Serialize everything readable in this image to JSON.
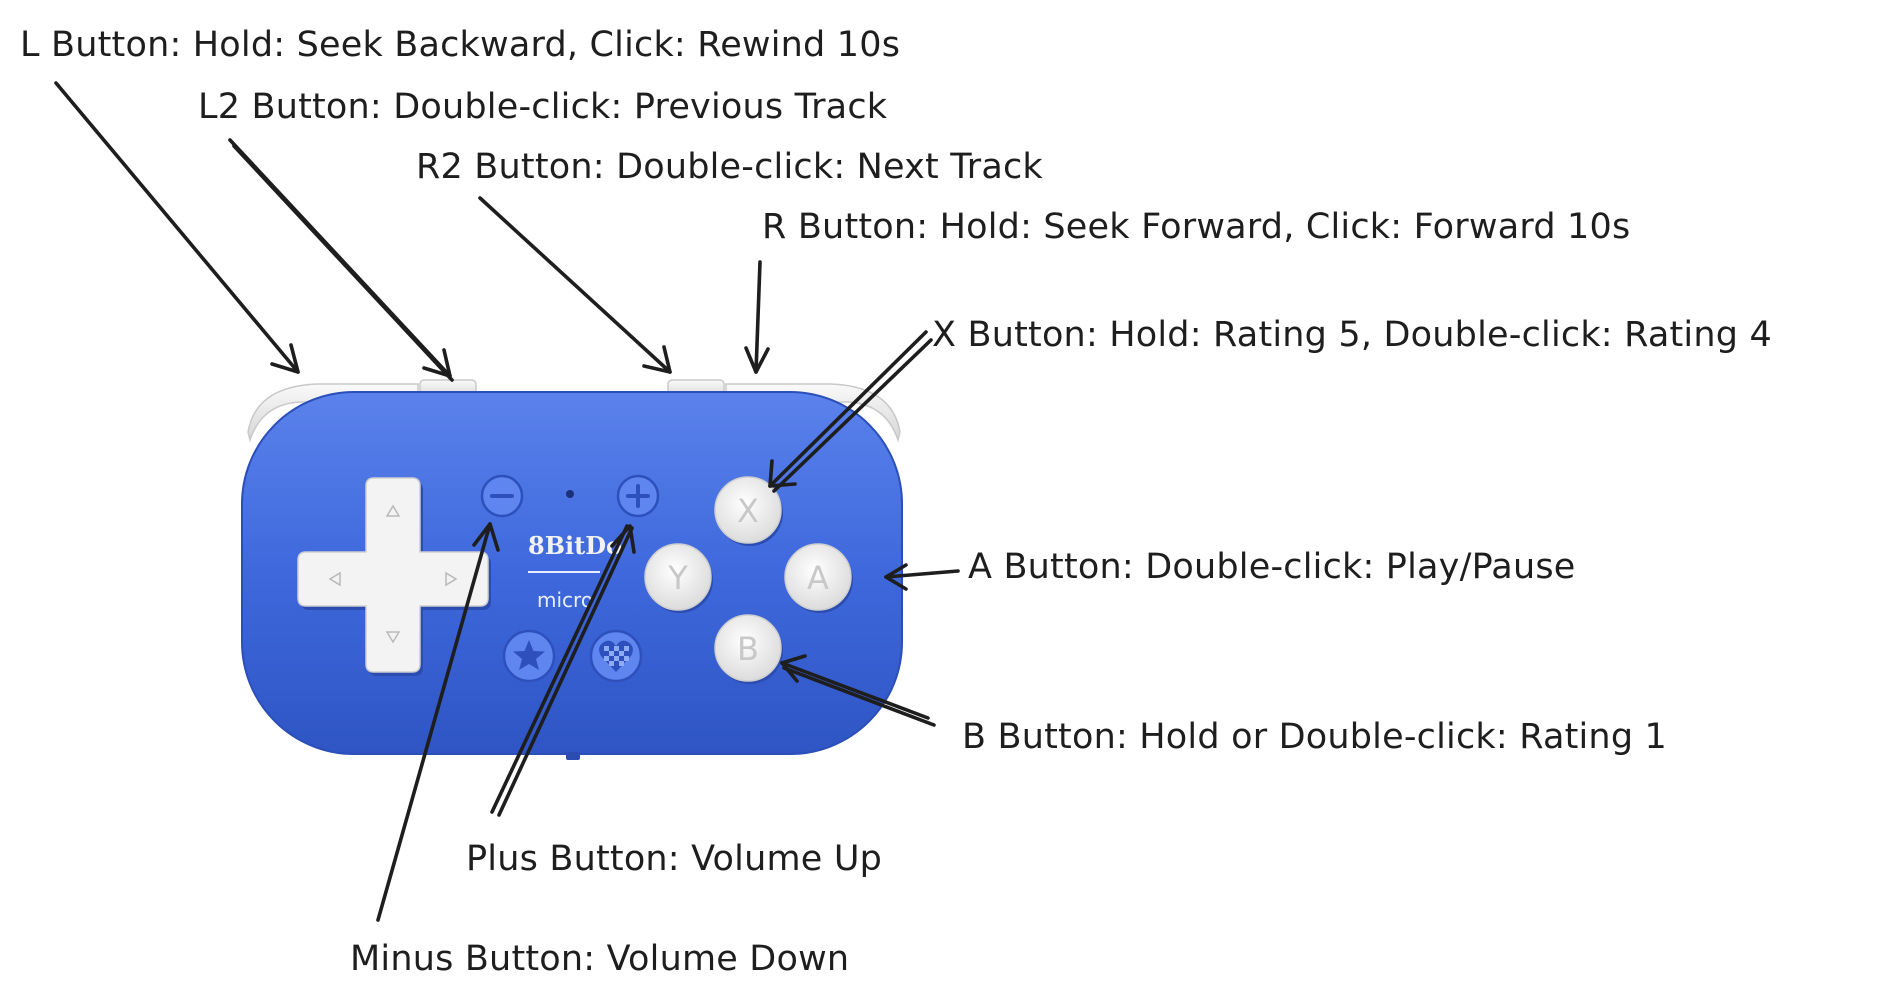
{
  "labels": {
    "l_button": "L Button: Hold: Seek Backward, Click: Rewind 10s",
    "l2_button": "L2 Button: Double-click: Previous Track",
    "r2_button": "R2 Button: Double-click: Next Track",
    "r_button": "R Button: Hold: Seek Forward, Click: Forward 10s",
    "x_button": "X Button: Hold: Rating 5, Double-click: Rating 4",
    "a_button": "A Button: Double-click: Play/Pause",
    "b_button": "B Button: Hold or Double-click: Rating 1",
    "plus_button": "Plus Button: Volume Up",
    "minus_button": "Minus Button: Volume Down"
  },
  "controller": {
    "brand": "8BitDo",
    "model": "micro",
    "face_buttons": {
      "x": "X",
      "y": "Y",
      "a": "A",
      "b": "B"
    },
    "body_color": "#3b64d8",
    "button_color": "#f1f1f1"
  }
}
